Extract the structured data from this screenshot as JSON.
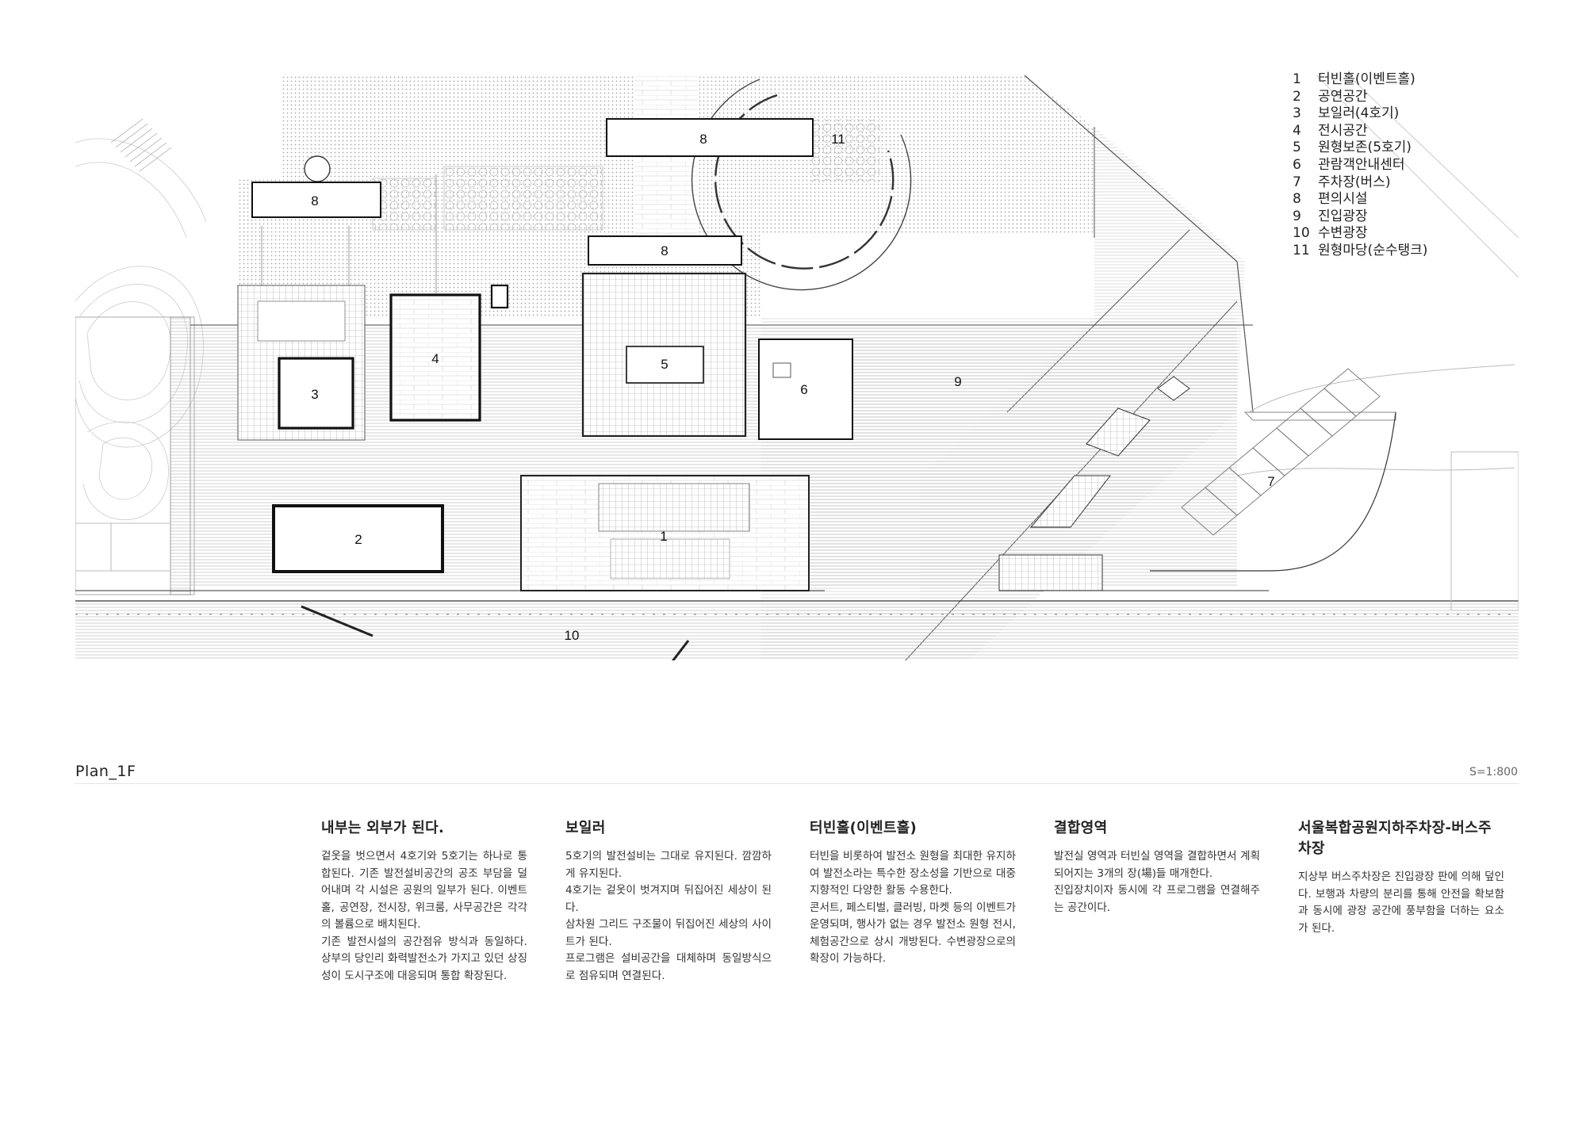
{
  "legend": [
    {
      "num": "1",
      "label": "터빈홀(이벤트홀)"
    },
    {
      "num": "2",
      "label": "공연공간"
    },
    {
      "num": "3",
      "label": "보일러(4호기)"
    },
    {
      "num": "4",
      "label": "전시공간"
    },
    {
      "num": "5",
      "label": "원형보존(5호기)"
    },
    {
      "num": "6",
      "label": "관람객안내센터"
    },
    {
      "num": "7",
      "label": "주차장(버스)"
    },
    {
      "num": "8",
      "label": "편의시설"
    },
    {
      "num": "9",
      "label": "진입광장"
    },
    {
      "num": "10",
      "label": "수변광장"
    },
    {
      "num": "11",
      "label": "원형마당(순수탱크)"
    }
  ],
  "plan": {
    "title": "Plan_1F",
    "scale": "S=1:800",
    "labels": {
      "l1": "1",
      "l2": "2",
      "l3": "3",
      "l4": "4",
      "l5": "5",
      "l6": "6",
      "l7": "7",
      "l8a": "8",
      "l8b": "8",
      "l8c": "8",
      "l9": "9",
      "l10": "10",
      "l11": "11"
    }
  },
  "columns": [
    {
      "title": "내부는 외부가 된다.",
      "body": "겉옷을 벗으면서 4호기와 5호기는 하나로 통합된다. 기존 발전설비공간의 공조 부담을 덜어내며 각 시설은 공원의 일부가 된다. 이벤트홀, 공연장, 전시장, 위크룸, 사무공간은 각각의 볼륨으로 배치된다.\n기존 발전시설의 공간점유 방식과 동일하다. 상부의 당인리 화력발전소가 가지고 있던 상징성이 도시구조에 대응되며 통합 확장된다."
    },
    {
      "title": "보일러",
      "body": "5호기의 발전설비는 그대로 유지된다. 깜깜하게 유지된다.\n4호기는 겉옷이 벗겨지며 뒤집어진 세상이 된다.\n삼차원 그리드 구조물이 뒤집어진 세상의 사이트가 된다.\n프로그램은 설비공간을 대체하며 동일방식으로 점유되며 연결된다."
    },
    {
      "title": "터빈홀(이벤트홀)",
      "body": "터빈을 비롯하여 발전소 원형을 최대한 유지하여 발전소라는 특수한 장소성을 기반으로 대중 지향적인 다양한 활동 수용한다.\n콘서트, 페스티벌, 클러빙, 마켓 등의 이벤트가 운영되며, 행사가 없는 경우 발전소 원형 전시, 체험공간으로 상시 개방된다. 수변광장으로의 확장이 가능하다."
    },
    {
      "title": "결합영역",
      "body": "발전실 영역과 터빈실 영역을 결합하면서 계획되어지는 3개의 장(場)들 매개한다.\n진입장치이자 동시에 각 프로그램을 연결해주는 공간이다."
    },
    {
      "title": "서울복합공원지하주차장-버스주차장",
      "body": "지상부 버스주차장은 진입광장 판에 의해 덮인다. 보행과 차량의 분리를 통해 안전을 확보함과 동시에 광장 공간에 풍부함을 더하는 요소가 된다."
    }
  ]
}
